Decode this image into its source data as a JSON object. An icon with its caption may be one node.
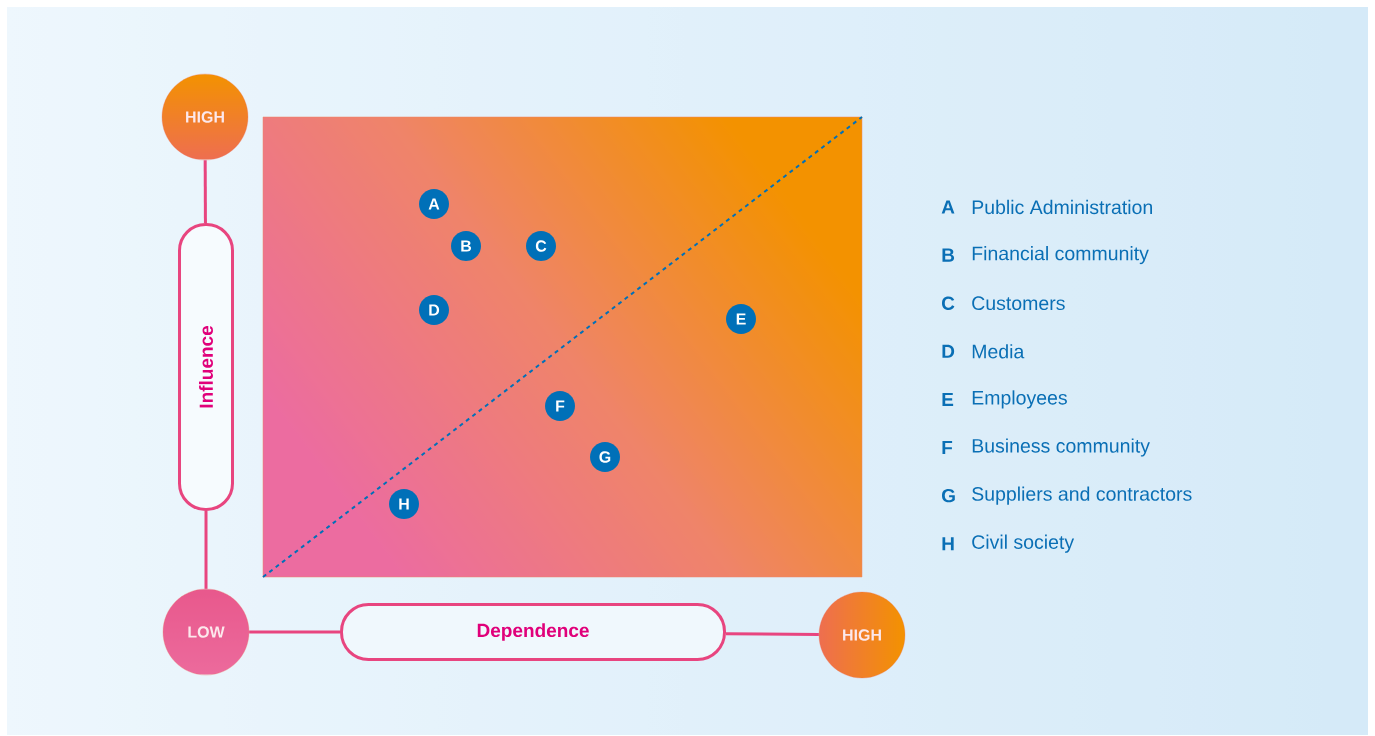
{
  "diagram": {
    "nodes": [
      {
        "text": [
          "HIGH"
        ]
      },
      {
        "text": [
          "Influence"
        ]
      },
      {
        "text": [
          "LOW"
        ]
      },
      {
        "text": [
          "Dependence"
        ]
      },
      {
        "text": [
          "HIGH"
        ]
      },
      {
        "text": [],
        "shape": "box"
      },
      {
        "text": [
          "A"
        ],
        "in": 5
      },
      {
        "text": [
          "B"
        ],
        "in": 5
      },
      {
        "text": [
          "C"
        ],
        "in": 5
      },
      {
        "text": [
          "D"
        ],
        "in": 5
      },
      {
        "text": [
          "E"
        ],
        "in": 5
      },
      {
        "text": [
          "F"
        ],
        "in": 5
      },
      {
        "text": [
          "G"
        ],
        "in": 5
      },
      {
        "text": [
          "H"
        ],
        "in": 5
      }
    ],
    "edges": [
      {
        "from": 0,
        "to": 1,
        "arrow": "none"
      },
      {
        "from": 1,
        "to": 2,
        "arrow": "none"
      },
      {
        "from": 2,
        "to": 3,
        "arrow": "none"
      },
      {
        "from": 3,
        "to": 4,
        "arrow": "none"
      }
    ],
    "labels": [
      "A",
      "Public Administration",
      "B",
      "Financial community",
      "C",
      "Customers",
      "D",
      "Media",
      "E",
      "Employees",
      "F",
      "Business community",
      "G",
      "Suppliers and contractors",
      "H",
      "Civil society"
    ]
  }
}
